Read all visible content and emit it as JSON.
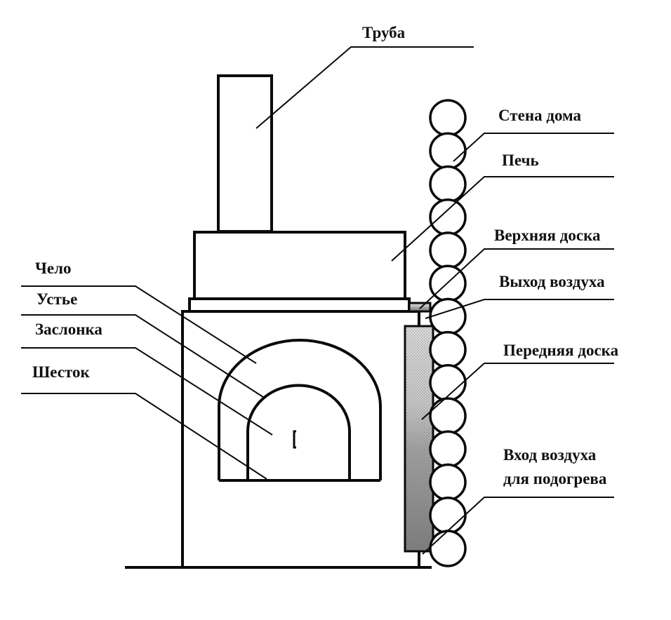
{
  "diagram": {
    "title": "Russian stove with heat-reflecting wall screen",
    "colors": {
      "ink": "#0a0a0a",
      "background": "#ffffff",
      "board_fill_light": "#d8d8d8",
      "board_fill_dark": "#8a8a8a"
    },
    "labels": {
      "truba": "Труба",
      "stena_doma": "Стена дома",
      "pech": "Печь",
      "verhnyaya_doska": "Верхняя доска",
      "vyhod_vozduha": "Выход воздуха",
      "perednyaya_doska": "Передняя доска",
      "vhod_vozduha_line1": "Вход воздуха",
      "vhod_vozduha_line2": "для подогрева",
      "chelo": "Чело",
      "uste": "Устье",
      "zaslonka": "Заслонка",
      "shestok": "Шесток"
    },
    "wall_log_count": 14
  }
}
